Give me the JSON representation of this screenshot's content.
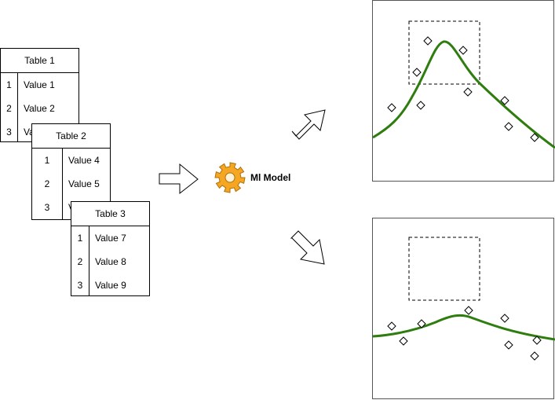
{
  "tables": [
    {
      "title": "Table 1",
      "rows": [
        {
          "index": "1",
          "value": "Value 1"
        },
        {
          "index": "2",
          "value": "Value 2"
        },
        {
          "index": "3",
          "value": "Value 3"
        }
      ]
    },
    {
      "title": "Table 2",
      "rows": [
        {
          "index": "1",
          "value": "Value 4"
        },
        {
          "index": "2",
          "value": "Value 5"
        },
        {
          "index": "3",
          "value": "Value 6"
        }
      ]
    },
    {
      "title": "Table 3",
      "rows": [
        {
          "index": "1",
          "value": "Value 7"
        },
        {
          "index": "2",
          "value": "Value 8"
        },
        {
          "index": "3",
          "value": "Value 9"
        }
      ]
    }
  ],
  "model": {
    "label": "Ml Model",
    "icon": "gear-icon"
  },
  "colors": {
    "curve": "#2e7d0e",
    "gear": "#f5a623"
  }
}
